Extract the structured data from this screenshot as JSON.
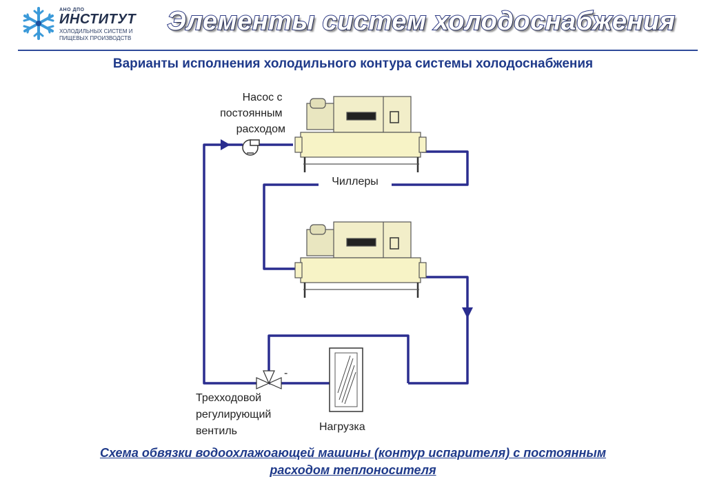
{
  "header": {
    "logo_prefix": "АНО ДПО",
    "logo_name": "ИНСТИТУТ",
    "logo_line1": "ХОЛОДИЛЬНЫХ СИСТЕМ И",
    "logo_line2": "ПИЩЕВЫХ ПРОИЗВОДСТВ",
    "title": "Элементы систем холодоснабжения"
  },
  "subtitle": "Варианты исполнения холодильного контура системы холодоснабжения",
  "diagram": {
    "pump_label": [
      "Насос с",
      "постоянным",
      "расходом"
    ],
    "chillers_label": "Чиллеры",
    "valve_label": [
      "Трехходовой",
      "регулирующий",
      "вентиль"
    ],
    "valve_mark": "-",
    "load_label": "Нагрузка"
  },
  "caption": [
    "Схема обвязки водоохлажоающей машины (контур испарителя) с постоянным",
    "расходом теплоносителя"
  ],
  "colors": {
    "pipe": "#2a2d8f",
    "chiller_body": "#f7f3c6",
    "title_outline": "#2f3c85",
    "text_blue": "#1f3a8a"
  }
}
